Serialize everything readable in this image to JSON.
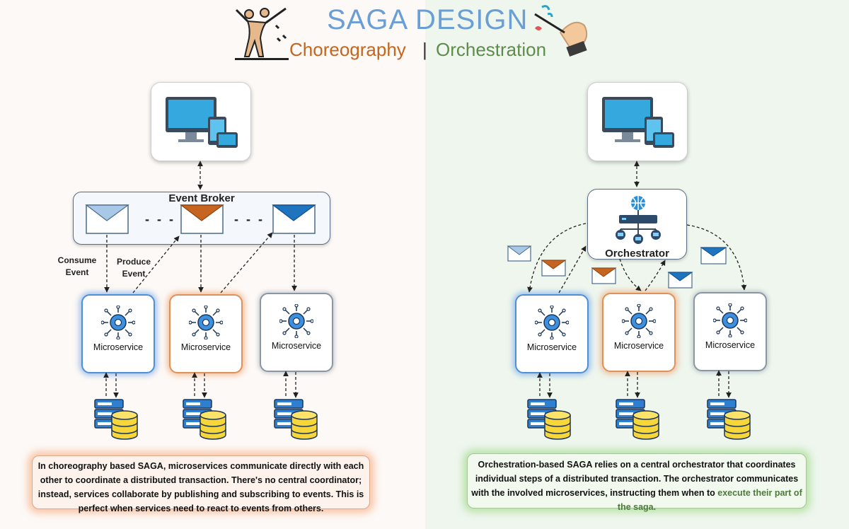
{
  "header": {
    "title": "SAGA DESIGN",
    "subtitle_left": "Choreography",
    "separator": "|",
    "subtitle_right": "Orchestration"
  },
  "choreography": {
    "broker_label": "Event Broker",
    "dash_separator": "- - -",
    "consume_label_1": "Consume",
    "consume_label_2": "Event",
    "produce_label_1": "Produce",
    "produce_label_2": "Event",
    "microservices": [
      "Microservice",
      "Microservice",
      "Microservice"
    ],
    "description": "In choreography based SAGA, microservices communicate directly with each other to coordinate a distributed transaction. There's no central coordinator; instead, services collaborate by publishing and subscribing to events. This is perfect when services need to react to events from others."
  },
  "orchestration": {
    "orchestrator_label": "Orchestrator",
    "microservices": [
      "Microservice",
      "Microservice",
      "Microservice"
    ],
    "description_main": "Orchestration-based SAGA relies on a central orchestrator that coordinates individual steps of a distributed transaction. The orchestrator communicates with the involved microservices, instructing them when to",
    "description_tail": "execute their part of the saga."
  },
  "colors": {
    "title": "#6a9ed6",
    "choreography": "#c5651f",
    "orchestration": "#5e8c4c",
    "envelope_light": "#a9c8e8",
    "envelope_orange": "#c5651f",
    "envelope_blue": "#1f74c0"
  },
  "icons": [
    "dancers-icon",
    "conductor-hand-icon",
    "computer-devices-icon",
    "envelope-icon",
    "gear-network-icon",
    "server-database-icon",
    "network-hub-icon"
  ]
}
